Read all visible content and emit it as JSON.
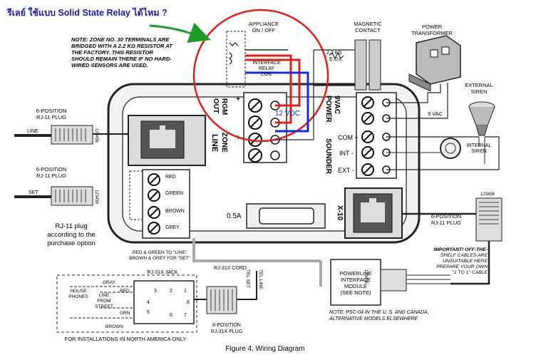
{
  "question_thai": "รีเลย์ ใช้แบบ Solid State Relay ได้ไหม ?",
  "note_zone30": [
    "NOTE: ZONE NO. 30 TERMINALS ARE",
    "BRIDGED WITH A 2.2 KΩ RESISTOR AT",
    "THE FACTORY. THIS RESISTOR",
    "SHOULD REMAIN THERE IF NO HARD-",
    "WIRED SENSORS ARE USED."
  ],
  "appliance_label": [
    "APPLIANCE",
    "ON / OFF"
  ],
  "magnetic_contact": [
    "MAGNETIC",
    "CONTACT"
  ],
  "power_transformer": [
    "POWER",
    "TRANSFORMER"
  ],
  "resistor_eol": [
    "2.2 KΩ",
    "E.O.L."
  ],
  "interface_relay": [
    "INTERFACE",
    "RELAY",
    "COIL"
  ],
  "rgm_out": [
    "RGM",
    "OUT"
  ],
  "zone_label": "ZONE",
  "vdc_label": "12 VDC",
  "power_9vac": [
    "9VAC",
    "POWER"
  ],
  "vac_label": "9 VAC",
  "external_siren": [
    "EXTERNAL",
    "SIREN"
  ],
  "internal_siren": [
    "INTERNAL",
    "SIREN"
  ],
  "sounder": "SOUNDER",
  "com": "COM +",
  "int": "INT -",
  "ext": "EXT -",
  "rj11_plug_top": [
    "6-POSITION",
    "RJ-11 PLUG"
  ],
  "rj11_plug_mid": [
    "6-POSITION",
    "RJ-11 PLUG"
  ],
  "rj11_plug_right": [
    "6-POSITION",
    "RJ-11 PLUG"
  ],
  "line_label": "LINE",
  "line_cord": "LINE",
  "set_cord": "SET",
  "pin_numbers": "123456",
  "jack_terms": [
    "RED",
    "GREEN",
    "BROWN",
    "GREY"
  ],
  "rj11_option": [
    "RJ-11 plug",
    "according to the",
    "purchase option"
  ],
  "red_green_note": [
    "RED & GREEN TO \"LINE\"",
    "BROWN & GREY FOR \"SET\""
  ],
  "fuse": "0.5A",
  "x10": "X-10",
  "rj31x_cord": "RJ-31X CORD",
  "rj31x_jack": "RJ-31X JACK",
  "house_phones": [
    "HOUSE",
    "PHONES"
  ],
  "line_from_street": [
    "LINE",
    "FROM",
    "STREET"
  ],
  "wire_gray": "GRAY",
  "wire_red": "RED",
  "wire_grn": "GRN",
  "wire_brown": "BROWN",
  "jack_numbers": [
    "3",
    "2",
    "1",
    "4",
    "8",
    "5",
    "6",
    "7"
  ],
  "tel_set": "TEL SET",
  "tel_line": "TEL LINE",
  "rj31x_plug": [
    "8-POSITION",
    "RJ-31X PLUG"
  ],
  "north_america": "FOR INSTALLATIONS IN NORTH AMERICA ONLY",
  "important": [
    "IMPORTANT! OFF-THE-",
    "SHELF CABLES ARE",
    "UNSUITABLE HERE",
    "PREPARE YOUR OWN",
    "\"1 TO 1\" CABLE"
  ],
  "powerline_module": [
    "POWERLINE",
    "INTERFACE",
    "MODULE",
    "(SEE NOTE)"
  ],
  "psc_note": [
    "NOTE: PSC-04 IN THE U. S. AND CANADA,",
    "ALTERNATIVE MODELS ELSEWHERE"
  ],
  "figure_caption": "Figure 4. Wiring Diagram",
  "colors": {
    "red": "#e0201a",
    "blue": "#1a2ad6",
    "green": "#1f9a2a",
    "thai_blue": "#1a1aa8"
  }
}
